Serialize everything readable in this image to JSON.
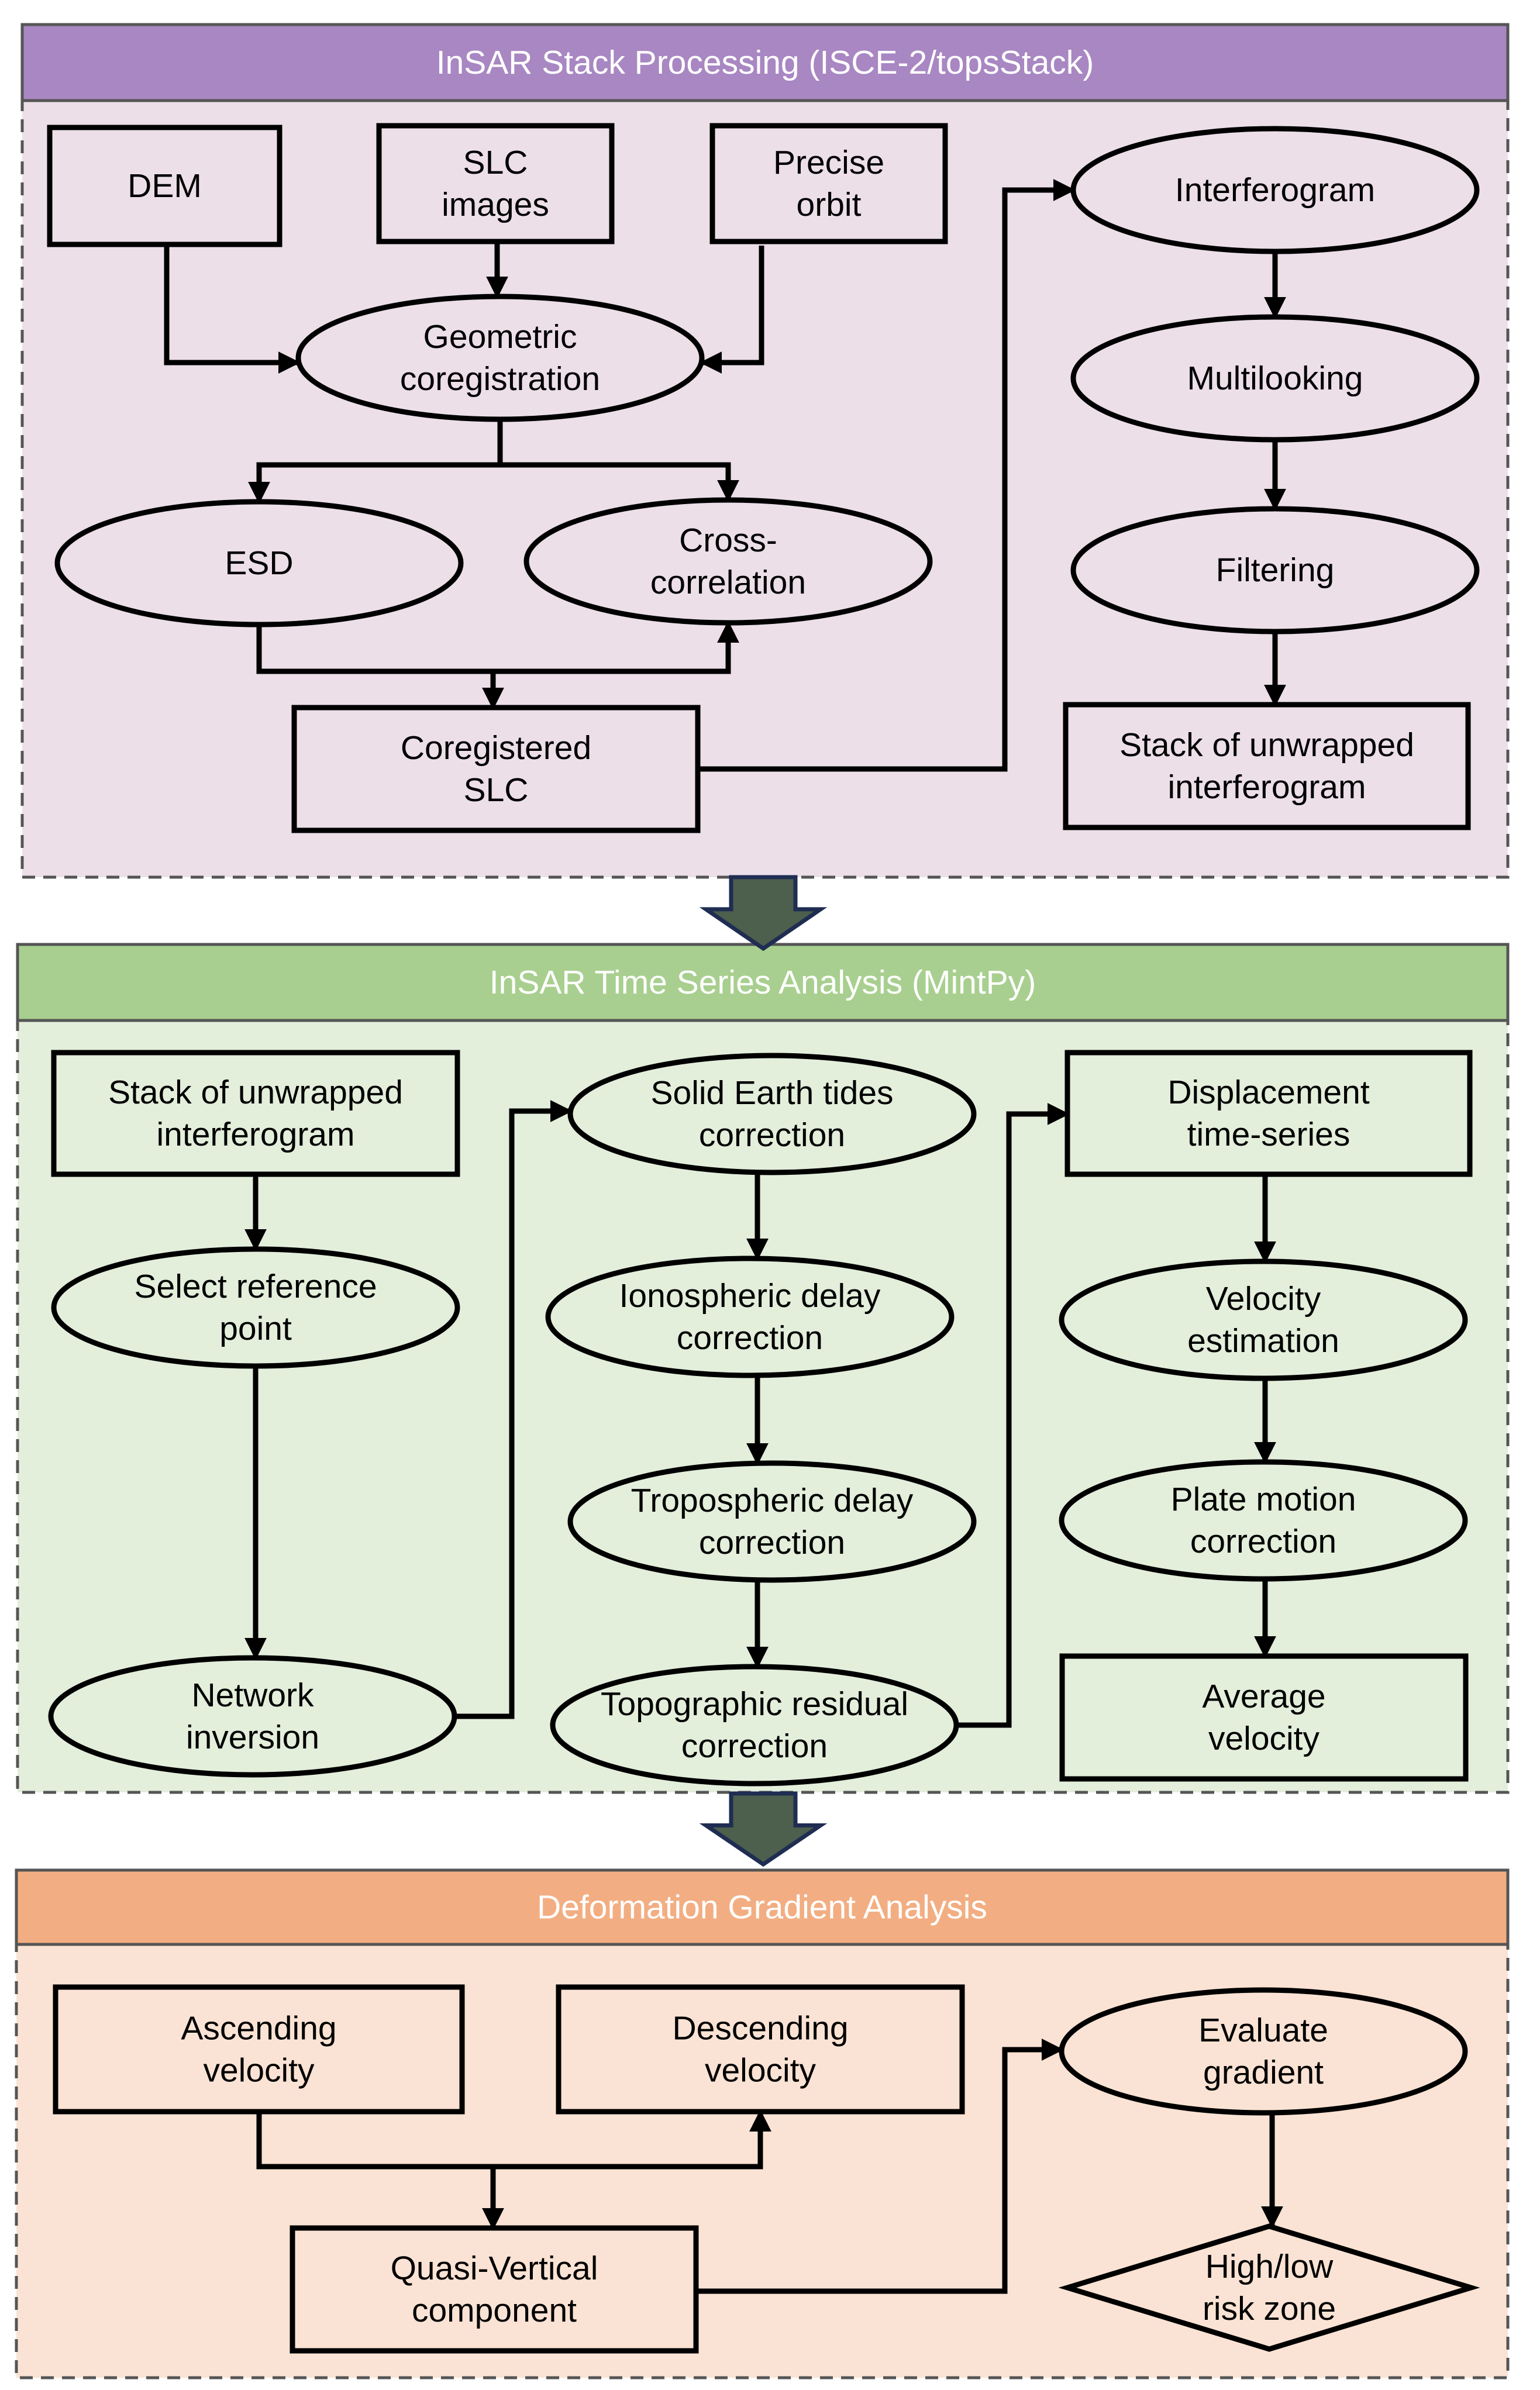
{
  "colors": {
    "stroke": "#000000",
    "panel_border": "#555555",
    "arrow_fill": "#4d5f4d",
    "arrow_stroke": "#1f2d52"
  },
  "sections": [
    {
      "id": "stack",
      "title": "InSAR Stack Processing (ISCE-2/topsStack)",
      "header_color": "#a887c2",
      "body_color": "#ecdfe8",
      "nodes": [
        {
          "id": "dem",
          "lines": [
            "DEM"
          ]
        },
        {
          "id": "slc",
          "lines": [
            "SLC",
            "images"
          ]
        },
        {
          "id": "orbit",
          "lines": [
            "Precise",
            "orbit"
          ]
        },
        {
          "id": "geo",
          "lines": [
            "Geometric",
            "coregistration"
          ]
        },
        {
          "id": "esd",
          "lines": [
            "ESD"
          ]
        },
        {
          "id": "xcorr",
          "lines": [
            "Cross-",
            "correlation"
          ]
        },
        {
          "id": "coreg",
          "lines": [
            "Coregistered",
            "SLC"
          ]
        },
        {
          "id": "ifg",
          "lines": [
            "Interferogram"
          ]
        },
        {
          "id": "multi",
          "lines": [
            "Multilooking"
          ]
        },
        {
          "id": "filt",
          "lines": [
            "Filtering"
          ]
        },
        {
          "id": "stack_out",
          "lines": [
            "Stack of unwrapped",
            "interferogram"
          ]
        }
      ]
    },
    {
      "id": "ts",
      "title": "InSAR Time Series Analysis (MintPy)",
      "header_color": "#a8cf8f",
      "body_color": "#e3eedb",
      "nodes": [
        {
          "id": "stack_in",
          "lines": [
            "Stack of unwrapped",
            "interferogram"
          ]
        },
        {
          "id": "ref",
          "lines": [
            "Select reference",
            "point"
          ]
        },
        {
          "id": "net",
          "lines": [
            "Network",
            "inversion"
          ]
        },
        {
          "id": "set",
          "lines": [
            "Solid Earth tides",
            "correction"
          ]
        },
        {
          "id": "iono",
          "lines": [
            "Ionospheric delay",
            "correction"
          ]
        },
        {
          "id": "tropo",
          "lines": [
            "Tropospheric delay",
            "correction"
          ]
        },
        {
          "id": "topo",
          "lines": [
            "Topographic residual",
            "correction"
          ]
        },
        {
          "id": "disp",
          "lines": [
            "Displacement",
            "time-series"
          ]
        },
        {
          "id": "vel",
          "lines": [
            "Velocity",
            "estimation"
          ]
        },
        {
          "id": "plate",
          "lines": [
            "Plate motion",
            "correction"
          ]
        },
        {
          "id": "avg",
          "lines": [
            "Average",
            "velocity"
          ]
        }
      ]
    },
    {
      "id": "grad",
      "title": "Deformation Gradient Analysis",
      "header_color": "#f2ae82",
      "body_color": "#fae3d4",
      "nodes": [
        {
          "id": "asc",
          "lines": [
            "Ascending",
            "velocity"
          ]
        },
        {
          "id": "desc",
          "lines": [
            "Descending",
            "velocity"
          ]
        },
        {
          "id": "qv",
          "lines": [
            "Quasi-Vertical",
            "component"
          ]
        },
        {
          "id": "evalg",
          "lines": [
            "Evaluate",
            "gradient"
          ]
        },
        {
          "id": "risk",
          "lines": [
            "High/low",
            "risk zone"
          ]
        }
      ]
    }
  ]
}
